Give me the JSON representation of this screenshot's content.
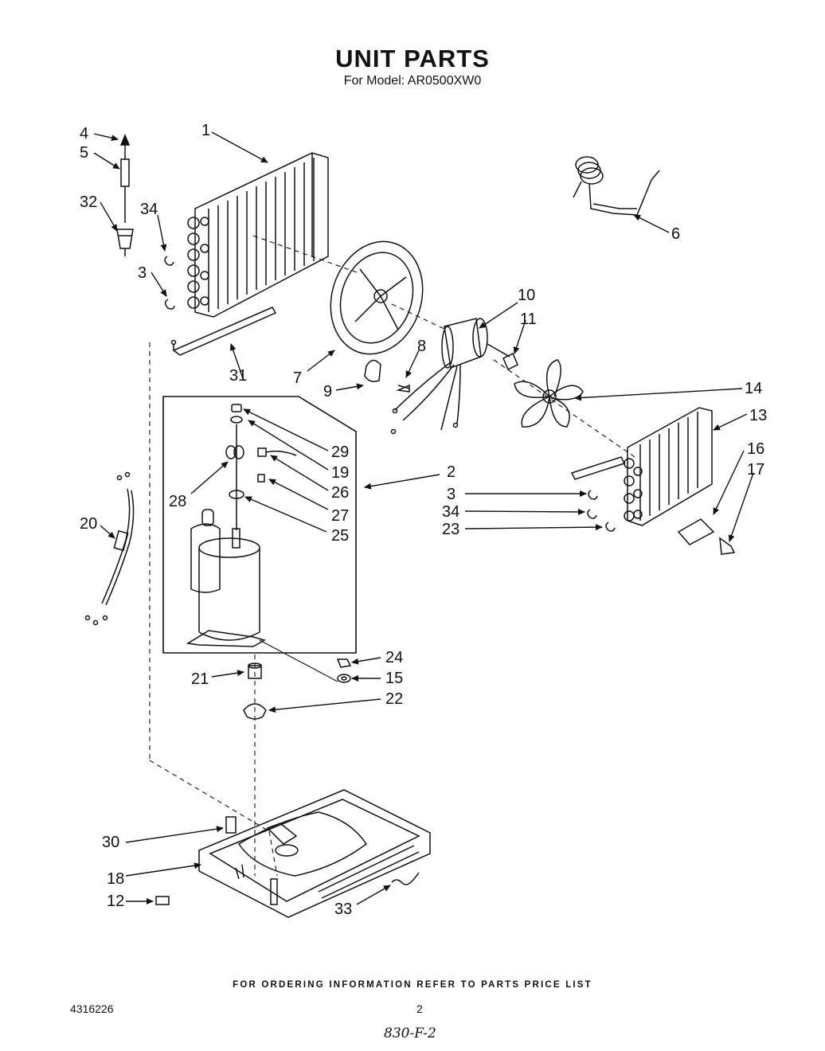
{
  "title": "UNIT PARTS",
  "subtitle": "For Model: AR0500XW0",
  "callouts": [
    "1",
    "2",
    "3",
    "4",
    "5",
    "6",
    "7",
    "8",
    "9",
    "10",
    "11",
    "12",
    "13",
    "14",
    "15",
    "16",
    "17",
    "18",
    "19",
    "20",
    "21",
    "22",
    "23",
    "24",
    "25",
    "26",
    "27",
    "28",
    "29",
    "30",
    "31",
    "32",
    "33",
    "34"
  ],
  "footer_note": "FOR ORDERING INFORMATION REFER TO PARTS PRICE LIST",
  "doc_number": "4316226",
  "page_number": "2",
  "handwritten_note": "830-F-2"
}
